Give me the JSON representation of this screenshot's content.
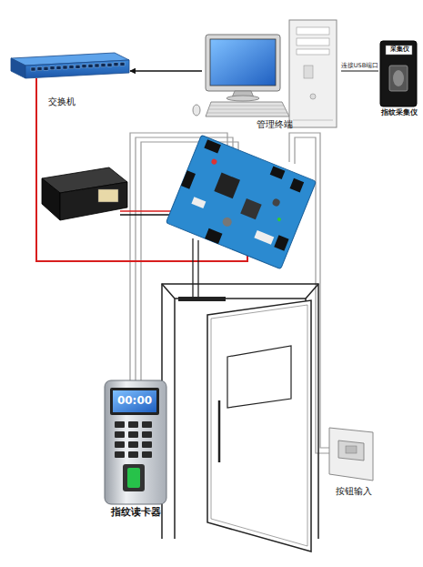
{
  "diagram": {
    "nodes": [
      {
        "text": [
          "交换机"
        ]
      },
      {
        "text": [
          "管理终端"
        ]
      },
      {
        "text": [
          "采集仪",
          "指纹采集仪"
        ]
      },
      {
        "text": [
          "00:00",
          "指纹读卡器"
        ]
      },
      {
        "text": [
          "按钮输入"
        ]
      }
    ],
    "edges": [
      {
        "from": 1,
        "to": 0,
        "arrow": "to"
      },
      {
        "from": 1,
        "to": 2,
        "label": "连接USB端口",
        "arrow": "none"
      }
    ]
  }
}
